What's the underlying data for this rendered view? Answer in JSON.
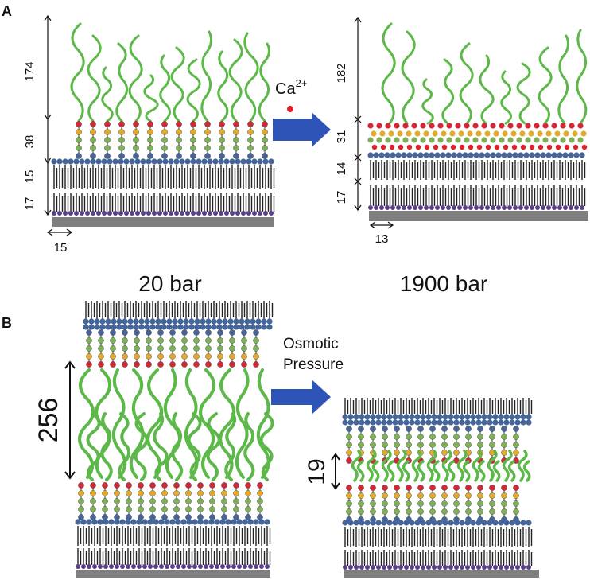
{
  "panel_a": {
    "letter": "A",
    "ion_label": "Ca",
    "ion_superscript": "2+",
    "left": {
      "dims": [
        "174",
        "38",
        "15",
        "17"
      ],
      "spacing": "15"
    },
    "right": {
      "dims": [
        "182",
        "31",
        "14",
        "17"
      ],
      "spacing": "13"
    }
  },
  "panel_b": {
    "letter": "B",
    "left_pressure": "20 bar",
    "right_pressure": "1900 bar",
    "arrow_label_line1": "Osmotic",
    "arrow_label_line2": "Pressure",
    "left_gap": "256",
    "right_gap": "19"
  },
  "colors": {
    "polymer": "#5cb848",
    "arrow": "#2e54b8",
    "substrate": "#7f7f7f",
    "headgroup_blue": "#46669a",
    "bead_green": "#7eb05a",
    "bead_yellow": "#e2a92c",
    "bead_red": "#d42838",
    "tail_dot": "#5b3e8c",
    "calcium": "#e0202a"
  }
}
